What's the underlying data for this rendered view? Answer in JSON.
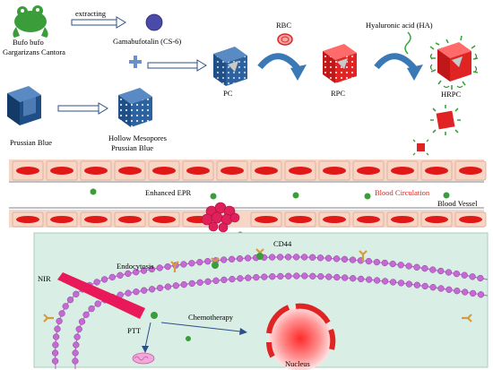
{
  "labels": {
    "toad_name_line1": "Bufo bufo",
    "toad_name_line2": "Gargarizans Cantora",
    "extracting": "extracting",
    "gamabufotalin": "Gamabufotalin (CS-6)",
    "rbc": "RBC",
    "ha": "Hyaluronic acid (HA)",
    "pc": "PC",
    "rpc": "RPC",
    "hrpc": "HRPC",
    "prussian_blue": "Prussian Blue",
    "hmpb_line1": "Hollow Mesopores",
    "hmpb_line2": "Prussian Blue",
    "enhanced_epr": "Enhanced EPR",
    "blood_circulation": "Blood Circulation",
    "blood_vessel": "Blood Vessel",
    "cd44": "CD44",
    "endocytosis": "Endocytosis",
    "nir": "NIR",
    "chemotherapy": "Chemotherapy",
    "ptt": "PTT",
    "nucleus": "Nucleus"
  },
  "colors": {
    "toad": "#3a9d3a",
    "cs6": "#4a4aa8",
    "pb_dark": "#1f4f86",
    "pb_light": "#5a8ac4",
    "rbc_red": "#e02424",
    "ha_green": "#3aa53a",
    "vessel_cell": "#f7d6c6",
    "vessel_nucleus": "#e01818",
    "cell_bg": "#d9eee4",
    "membrane": "#c36bd3",
    "nir_bar": "#e8185a",
    "blood_circulation_text": "#e02020",
    "receptor": "#d99a3a"
  }
}
